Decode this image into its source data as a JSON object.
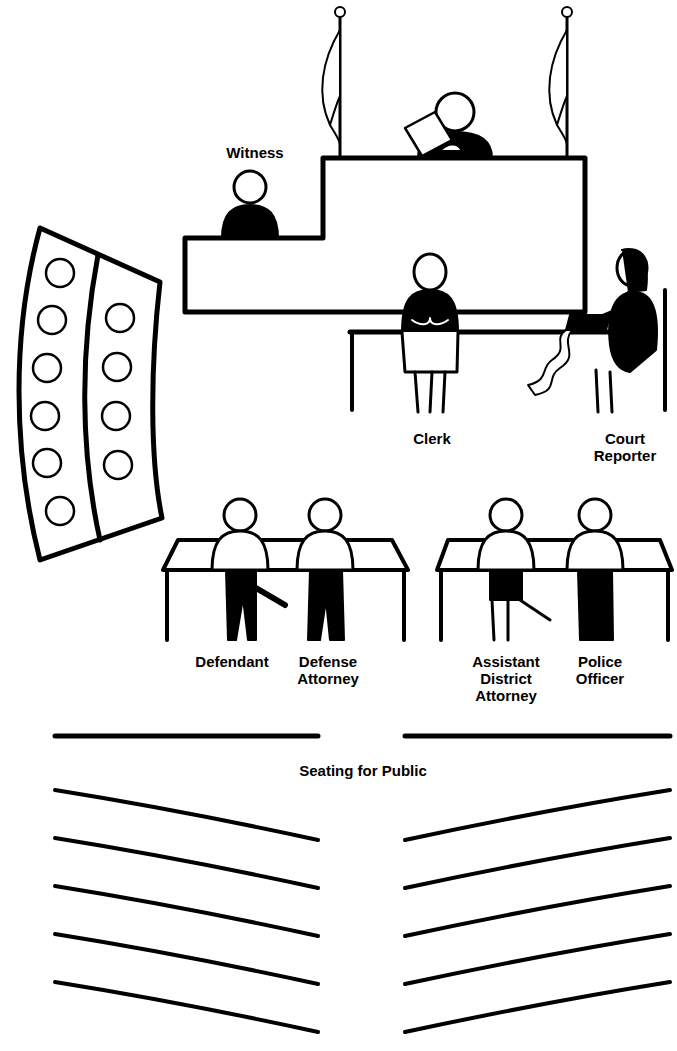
{
  "diagram": {
    "labels": [
      "Witness",
      "Clerk",
      "Court Reporter",
      "Defendant",
      "Defense Attorney",
      "Assistant District Attorney",
      "Police Officer",
      "Seating for Public"
    ]
  }
}
